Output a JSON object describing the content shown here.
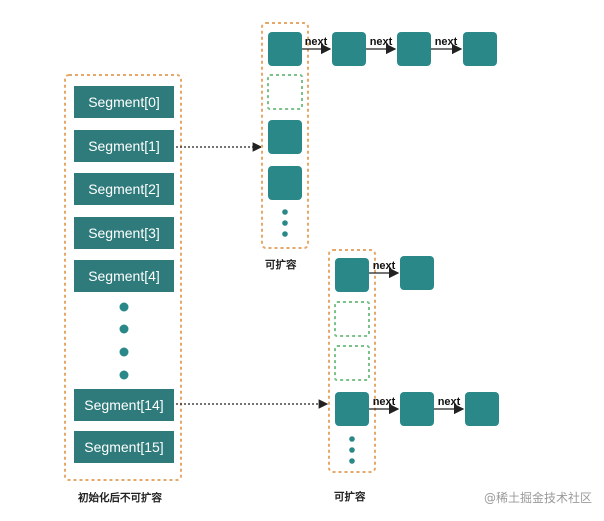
{
  "segments": {
    "top": [
      "Segment[0]",
      "Segment[1]",
      "Segment[2]",
      "Segment[3]",
      "Segment[4]"
    ],
    "bottom": [
      "Segment[14]",
      "Segment[15]"
    ]
  },
  "captions": {
    "segment_array": "初始化后不可扩容",
    "table_1": "可扩容",
    "table_2": "可扩容"
  },
  "edge_label": "next",
  "watermark": "@稀土掘金技术社区",
  "colors": {
    "segment_fill": "#2f7b7b",
    "node_fill": "#2b8888",
    "border_dashed": "#e5a86b",
    "empty_slot_border": "#7cc08a",
    "text_light": "#ffffff",
    "arrow": "#222222"
  }
}
